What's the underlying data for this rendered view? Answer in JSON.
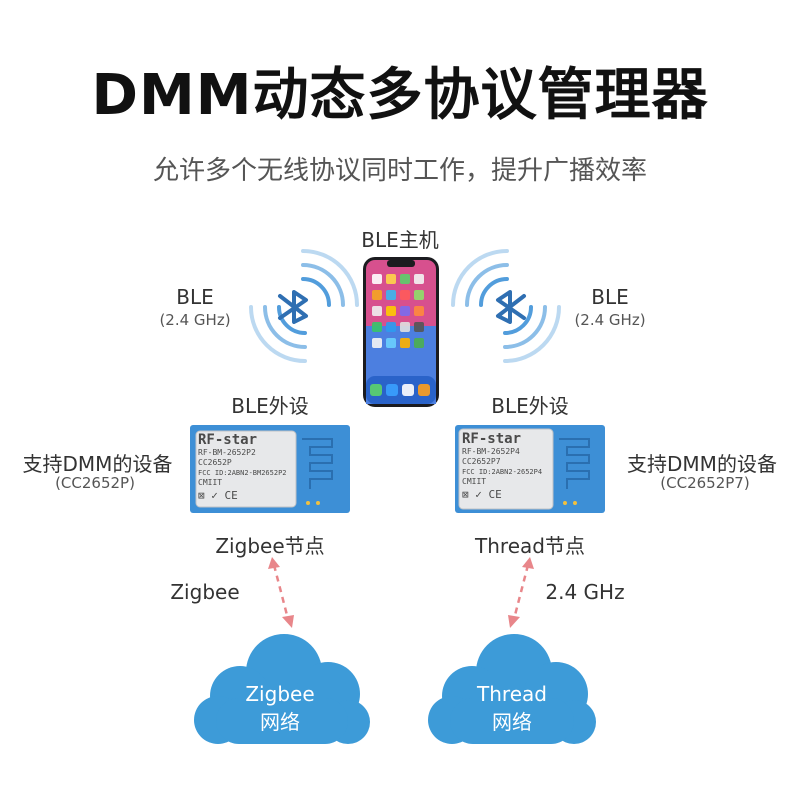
{
  "title": "DMM动态多协议管理器",
  "subtitle": "允许多个无线协议同时工作，提升广播效率",
  "ble_host": "BLE主机",
  "left_link": {
    "name": "BLE",
    "freq": "(2.4 GHz)"
  },
  "right_link": {
    "name": "BLE",
    "freq": "(2.4 GHz)"
  },
  "left_peripheral": "BLE外设",
  "right_peripheral": "BLE外设",
  "left_device": {
    "title": "支持DMM的设备",
    "model": "(CC2652P)"
  },
  "right_device": {
    "title": "支持DMM的设备",
    "model": "(CC2652P7)"
  },
  "left_module": {
    "brand": "RF-star",
    "part": "RF-BM-2652P2",
    "chip": "CC2652P",
    "fcc": "FCC ID:2ABN2-BM2652P2",
    "cmiit": "CMIIT"
  },
  "right_module": {
    "brand": "RF-star",
    "part": "RF-BM-2652P4",
    "chip": "CC2652P7",
    "fcc": "FCC ID:2ABN2-2652P4",
    "cmiit": "CMIIT"
  },
  "left_node": "Zigbee节点",
  "right_node": "Thread节点",
  "left_protocol": "Zigbee",
  "right_protocol": "2.4 GHz",
  "left_cloud": {
    "line1": "Zigbee",
    "line2": "网络"
  },
  "right_cloud": {
    "line1": "Thread",
    "line2": "网络"
  },
  "colors": {
    "wave": "#3f92d8",
    "bluetooth": "#2f6fb2",
    "cloud": "#3d9bd8",
    "arrow": "#e8868a",
    "pcb": "#3d8fd6"
  },
  "icons": [
    "bluetooth-icon",
    "phone-icon",
    "cloud-icon",
    "double-arrow-icon"
  ]
}
